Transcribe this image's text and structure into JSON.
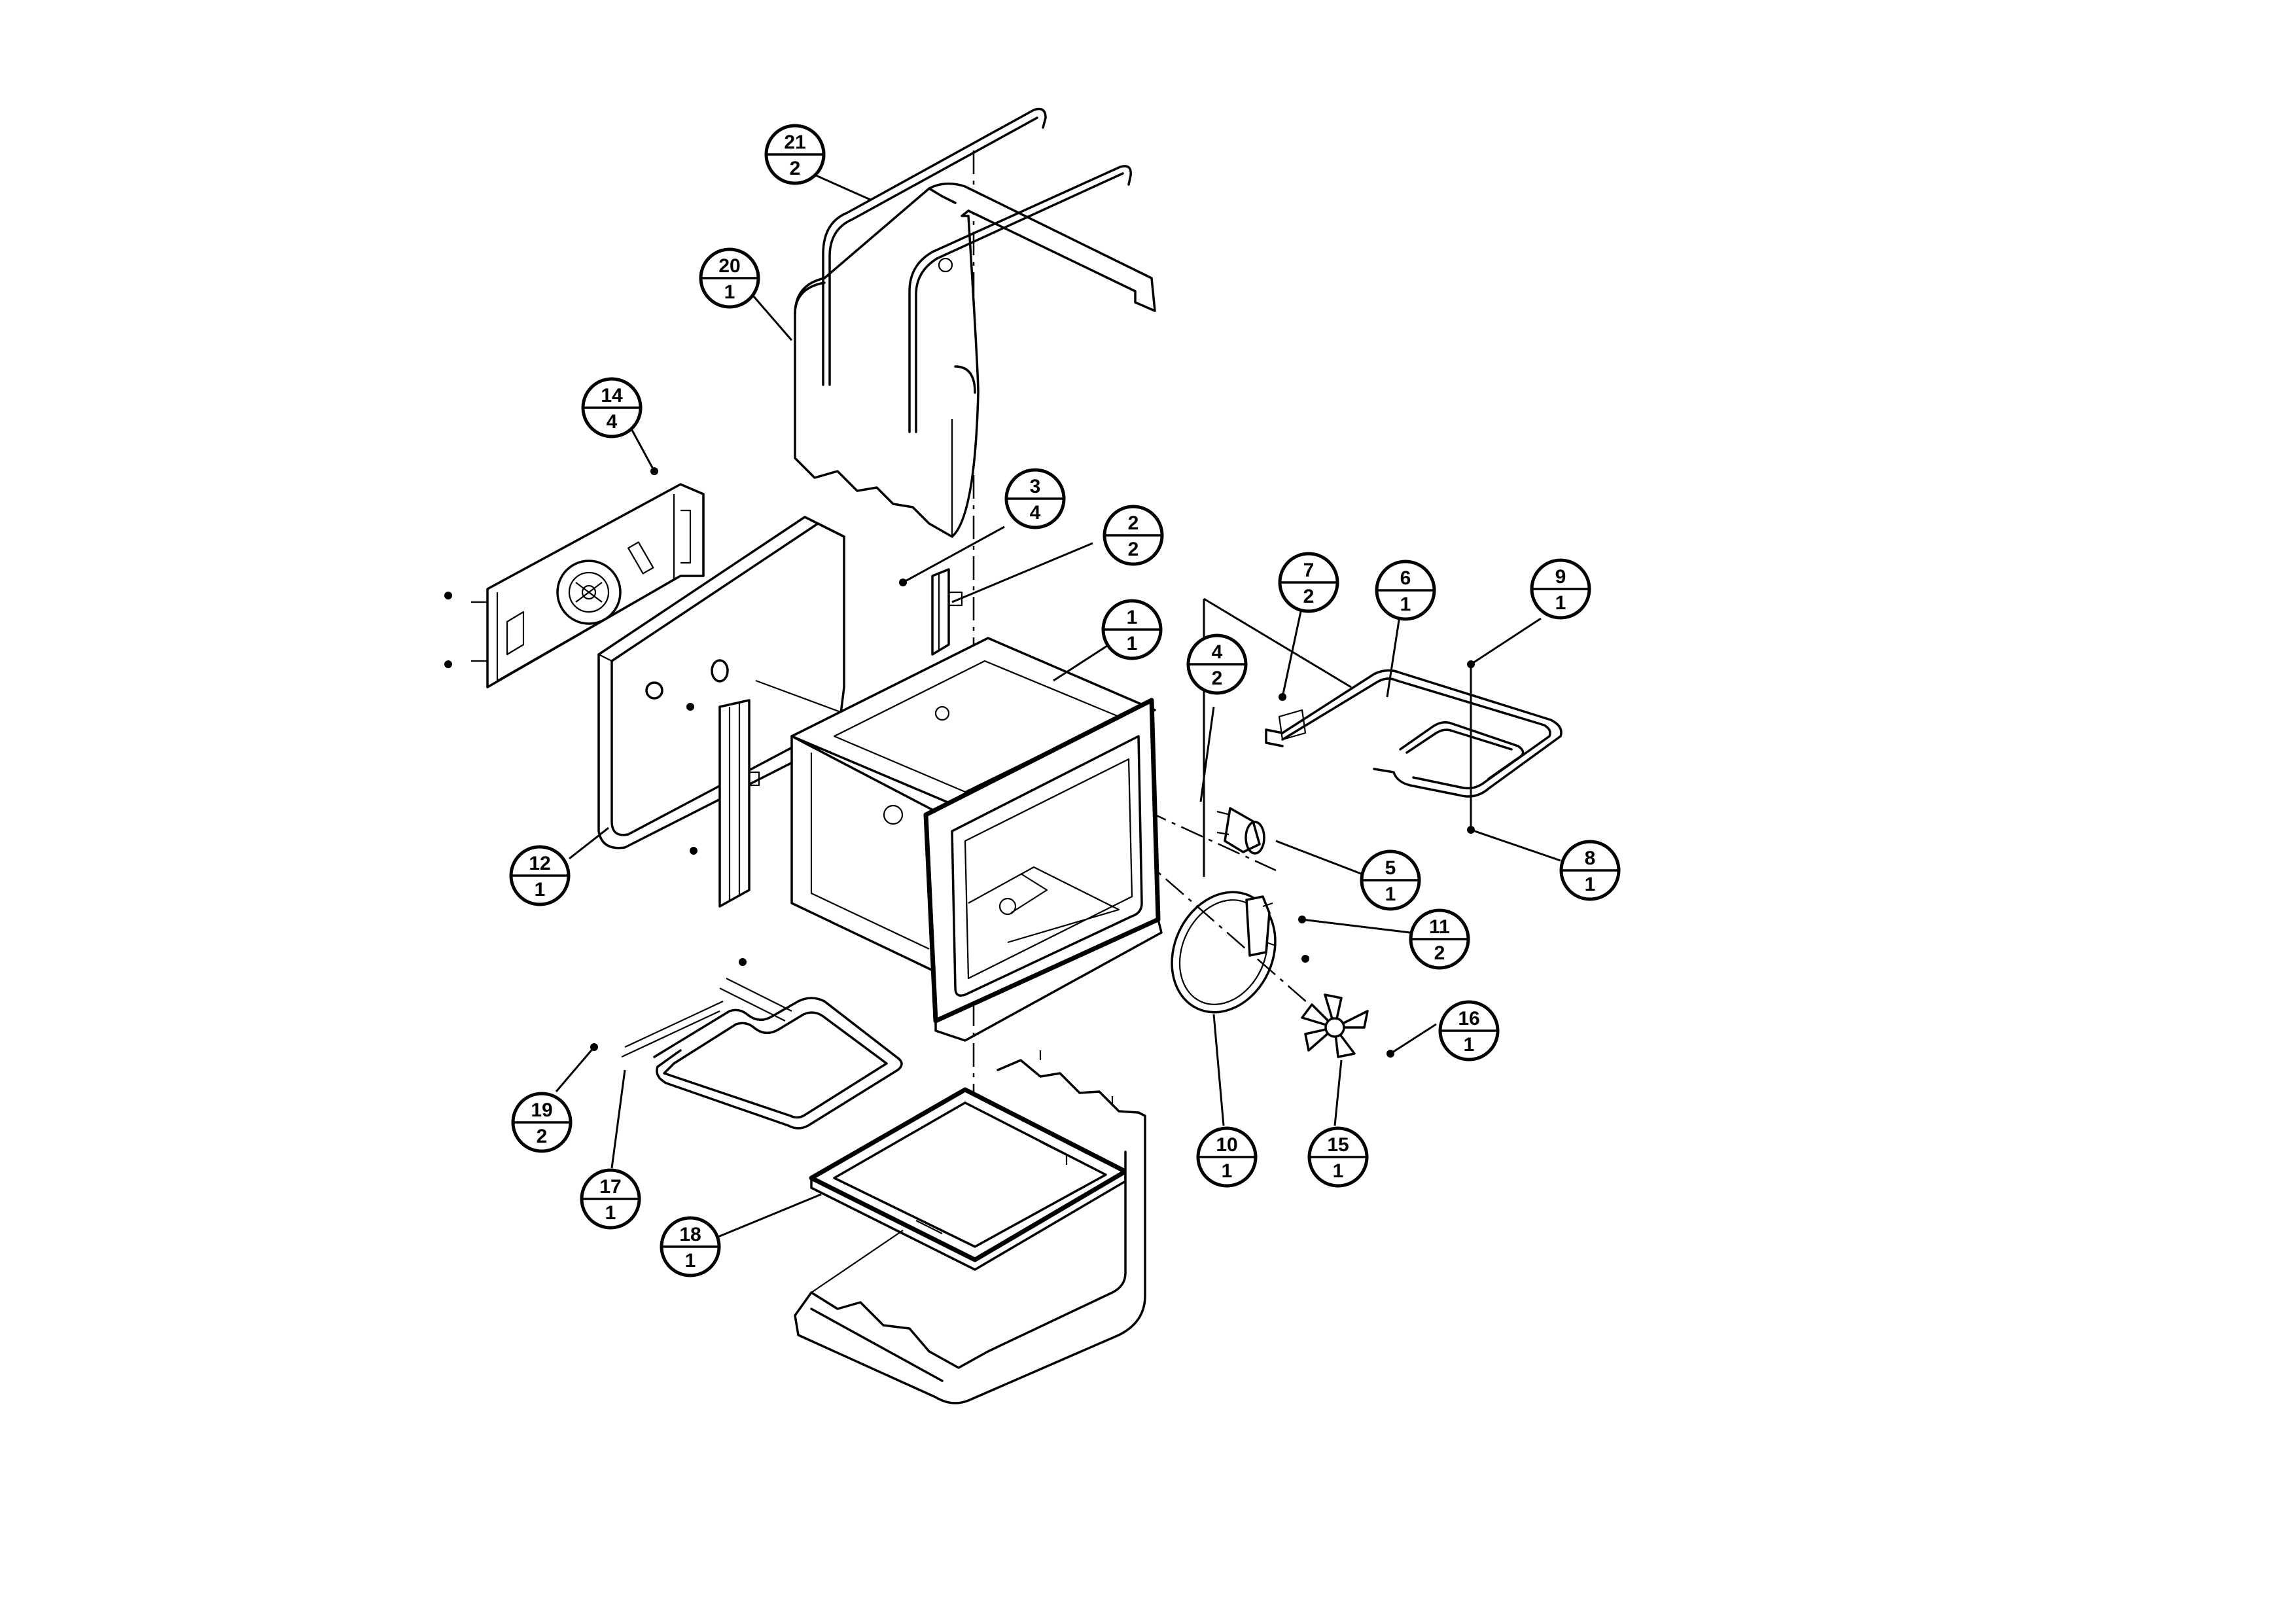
{
  "colors": {
    "ink": "#000000",
    "paper": "#ffffff"
  },
  "callouts": [
    {
      "id": "21",
      "item": "21",
      "qty": "2"
    },
    {
      "id": "20",
      "item": "20",
      "qty": "1"
    },
    {
      "id": "14",
      "item": "14",
      "qty": "4"
    },
    {
      "id": "3",
      "item": "3",
      "qty": "4"
    },
    {
      "id": "2",
      "item": "2",
      "qty": "2"
    },
    {
      "id": "1",
      "item": "1",
      "qty": "1"
    },
    {
      "id": "7",
      "item": "7",
      "qty": "2"
    },
    {
      "id": "6",
      "item": "6",
      "qty": "1"
    },
    {
      "id": "9",
      "item": "9",
      "qty": "1"
    },
    {
      "id": "4",
      "item": "4",
      "qty": "2"
    },
    {
      "id": "5",
      "item": "5",
      "qty": "1"
    },
    {
      "id": "8",
      "item": "8",
      "qty": "1"
    },
    {
      "id": "12",
      "item": "12",
      "qty": "1"
    },
    {
      "id": "11",
      "item": "11",
      "qty": "2"
    },
    {
      "id": "16",
      "item": "16",
      "qty": "1"
    },
    {
      "id": "10",
      "item": "10",
      "qty": "1"
    },
    {
      "id": "15",
      "item": "15",
      "qty": "1"
    },
    {
      "id": "19",
      "item": "19",
      "qty": "2"
    },
    {
      "id": "17",
      "item": "17",
      "qty": "1"
    },
    {
      "id": "18",
      "item": "18",
      "qty": "1"
    }
  ]
}
